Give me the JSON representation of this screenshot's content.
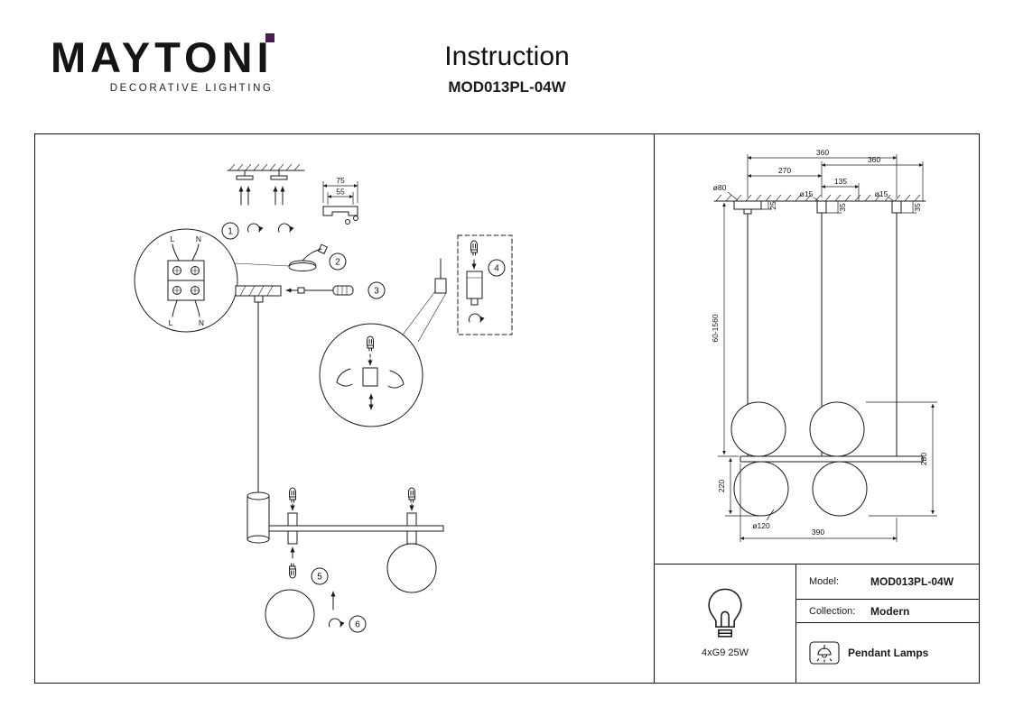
{
  "colors": {
    "accent": "#4a1d52",
    "ink": "#1a1a1a"
  },
  "header": {
    "brand": "MAYTONI",
    "tagline": "DECORATIVE LIGHTING",
    "title": "Instruction",
    "model": "MOD013PL-04W"
  },
  "steps": [
    "1",
    "2",
    "3",
    "4",
    "5",
    "6"
  ],
  "assembly": {
    "bracket_width": "75",
    "bracket_inner": "55",
    "wire_labels": {
      "top_l": "L",
      "top_n": "N",
      "bottom_l": "L",
      "bottom_n": "N"
    }
  },
  "dimensions": {
    "span_a": "360",
    "span_b": "360",
    "span_c": "270",
    "span_d": "135",
    "canopy_diameter": "ø80",
    "rod_diameter_a": "ø15",
    "rod_diameter_b": "ø15",
    "canopy_height": "25",
    "rod_height_a": "35",
    "rod_height_b": "35",
    "suspension_height": "60-1560",
    "left_drop": "220",
    "right_drop": "280",
    "shade_diameter": "ø120",
    "bar_width": "390"
  },
  "specs": {
    "lamp": "4xG9 25W",
    "model_label": "Model:",
    "model_value": "MOD013PL-04W",
    "collection_label": "Collection:",
    "collection_value": "Modern",
    "category": "Pendant Lamps"
  }
}
